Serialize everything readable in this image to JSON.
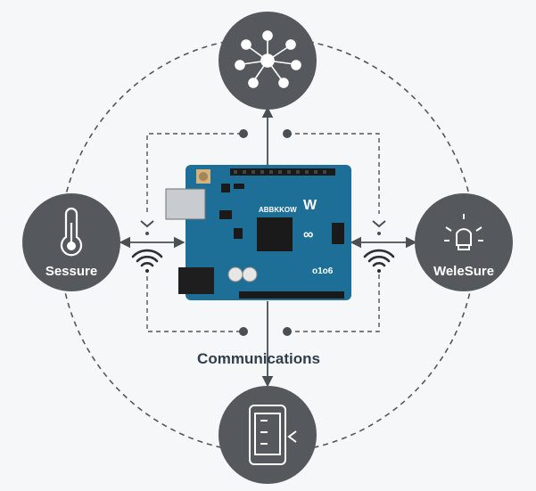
{
  "nodes": {
    "top": {
      "icon": "hub-network-icon",
      "label": ""
    },
    "left": {
      "icon": "thermometer-icon",
      "label": "Sessure"
    },
    "right": {
      "icon": "light-bulb-icon",
      "label": "WeleSure"
    },
    "bottom": {
      "icon": "mobile-phone-icon",
      "label": ""
    }
  },
  "board": {
    "text_main": "ABBKKOW",
    "text_logo": "W",
    "text_sub": "o1o6",
    "text_infinity": "∞",
    "color": "#1d6f98"
  },
  "center_label": "Communications",
  "colors": {
    "node_fill": "#55595d",
    "line": "#4a4f54",
    "text": "#2f3e4c"
  },
  "signals": {
    "left": "wifi-signal-icon",
    "right": "wifi-signal-icon"
  }
}
